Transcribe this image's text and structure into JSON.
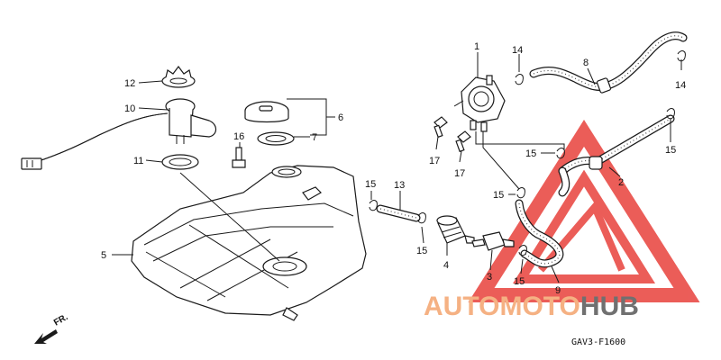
{
  "callouts": [
    "1",
    "2",
    "3",
    "4",
    "5",
    "6",
    "7",
    "8",
    "9",
    "10",
    "11",
    "12",
    "13",
    "14",
    "15",
    "16",
    "17"
  ],
  "diagram_code": "GAV3-F1600",
  "direction_label": "FR.",
  "watermark": {
    "part1": "AUTO",
    "part2": "MOTO",
    "part3": "HUB"
  },
  "colors": {
    "watermark_orange": "#f5b183",
    "watermark_gray": "#707070",
    "logo_red": "#e8413c",
    "line": "#1a1a1a"
  }
}
